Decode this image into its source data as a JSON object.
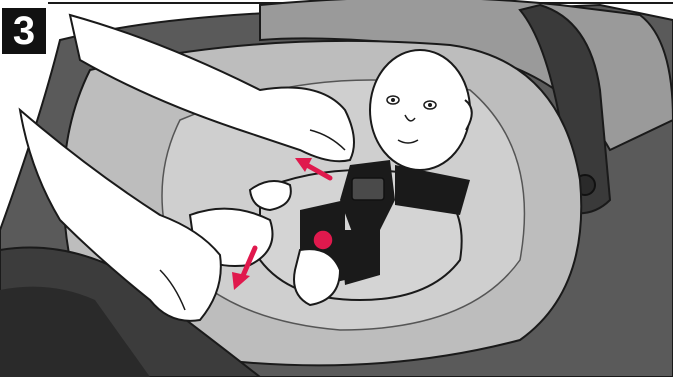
{
  "step": {
    "number": "3"
  },
  "colors": {
    "seat_dark": "#4a4a4a",
    "seat_mid": "#8a8a8a",
    "seat_light": "#b3b3b3",
    "fabric": "#c6c6c6",
    "skin": "#ffffff",
    "harness": "#1a1a1a",
    "outline": "#1a1a1a",
    "accent_red": "#e0194d",
    "background": "#ffffff"
  },
  "icons": [
    "step-number-badge",
    "hand",
    "harness-strap",
    "buckle-release-button",
    "pull-arrow",
    "push-arrow"
  ]
}
